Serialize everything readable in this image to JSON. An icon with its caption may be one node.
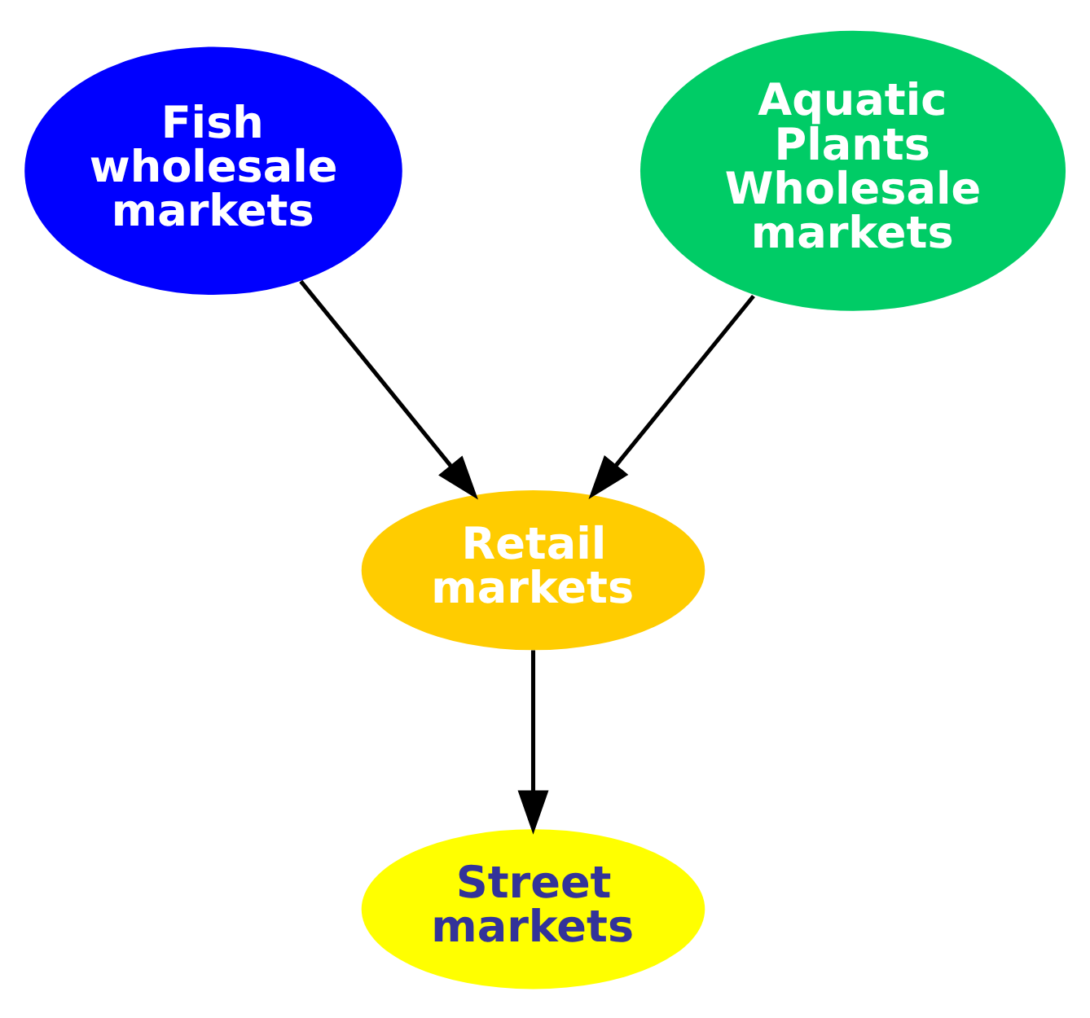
{
  "diagram": {
    "nodes": [
      {
        "text": [
          "Fish wholesale markets"
        ]
      },
      {
        "text": [
          "Aquatic Plants Wholesale markets"
        ]
      },
      {
        "text": [
          "Retail markets"
        ]
      },
      {
        "text": [
          "Street markets"
        ]
      }
    ],
    "edges": [
      {
        "from": 0,
        "to": 2,
        "arrow": "to"
      },
      {
        "from": 1,
        "to": 2,
        "arrow": "to"
      },
      {
        "from": 2,
        "to": 3,
        "arrow": "to"
      }
    ]
  }
}
